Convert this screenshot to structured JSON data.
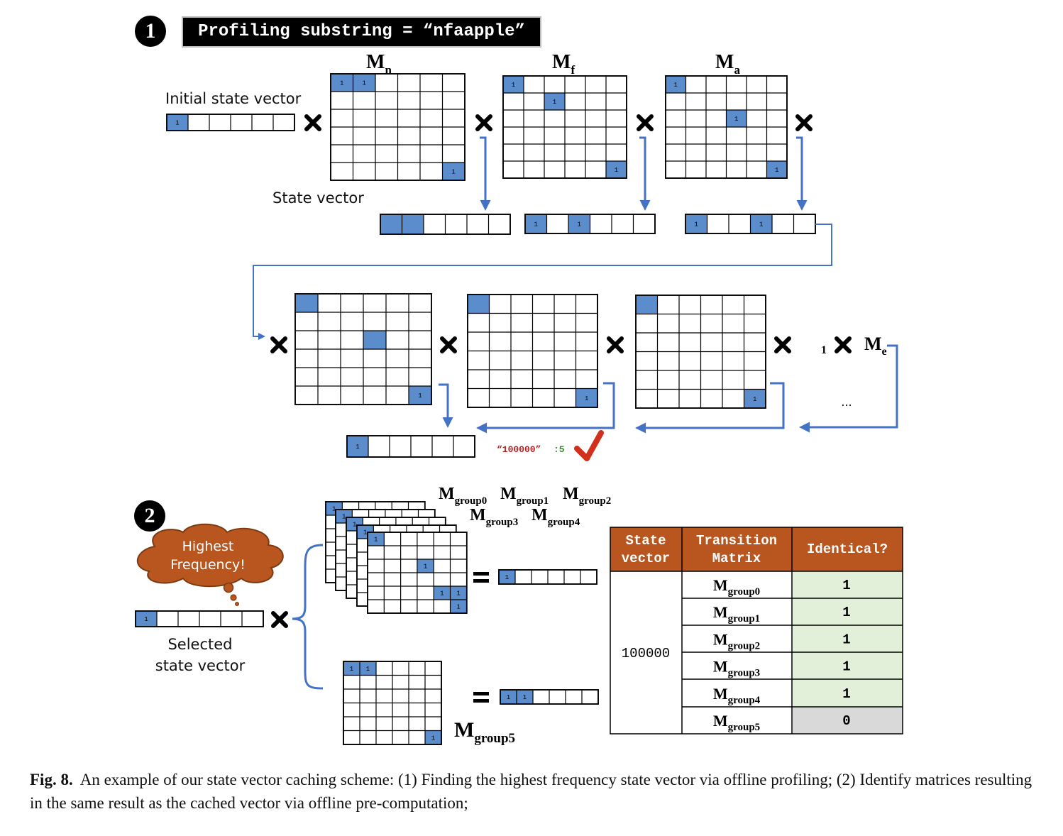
{
  "step1": {
    "badge": "1",
    "title": "Profiling substring = “nfaapple”",
    "initial_label": "Initial state vector",
    "state_label": "State vector",
    "matrix_names": [
      "n",
      "f",
      "a"
    ],
    "cell_one": "1",
    "result_string": "“100000”",
    "result_count": ":5",
    "ellipsis": "...",
    "trailing_one": "1",
    "last_matrix_sub": "e"
  },
  "step2": {
    "badge": "2",
    "cloud_line1": "Highest",
    "cloud_line2": "Frequency!",
    "selected_line1": "Selected",
    "selected_line2": "state vector",
    "group_names": [
      "group0",
      "group1",
      "group2",
      "group3",
      "group4"
    ],
    "group5_name": "group5",
    "table": {
      "headers": [
        "State vector",
        "Transition Matrix",
        "Identical?"
      ],
      "state_vector": "100000",
      "rows": [
        {
          "matrix": "group0",
          "identical": "1"
        },
        {
          "matrix": "group1",
          "identical": "1"
        },
        {
          "matrix": "group2",
          "identical": "1"
        },
        {
          "matrix": "group3",
          "identical": "1"
        },
        {
          "matrix": "group4",
          "identical": "1"
        },
        {
          "matrix": "group5",
          "identical": "0"
        }
      ]
    }
  },
  "colors": {
    "cell_fill": "#5b8ccc",
    "arrow": "#4472c4",
    "table_header": "#b9561f",
    "identical_yes": "#e2efd9",
    "identical_no": "#d9d9d9",
    "check": "#d0301c"
  },
  "caption": {
    "label": "Fig. 8.",
    "text": "An example of our state vector caching scheme: (1) Finding the highest frequency state vector via offline profiling; (2) Identify matrices resulting in the same result as the cached vector via offline pre-computation;"
  }
}
